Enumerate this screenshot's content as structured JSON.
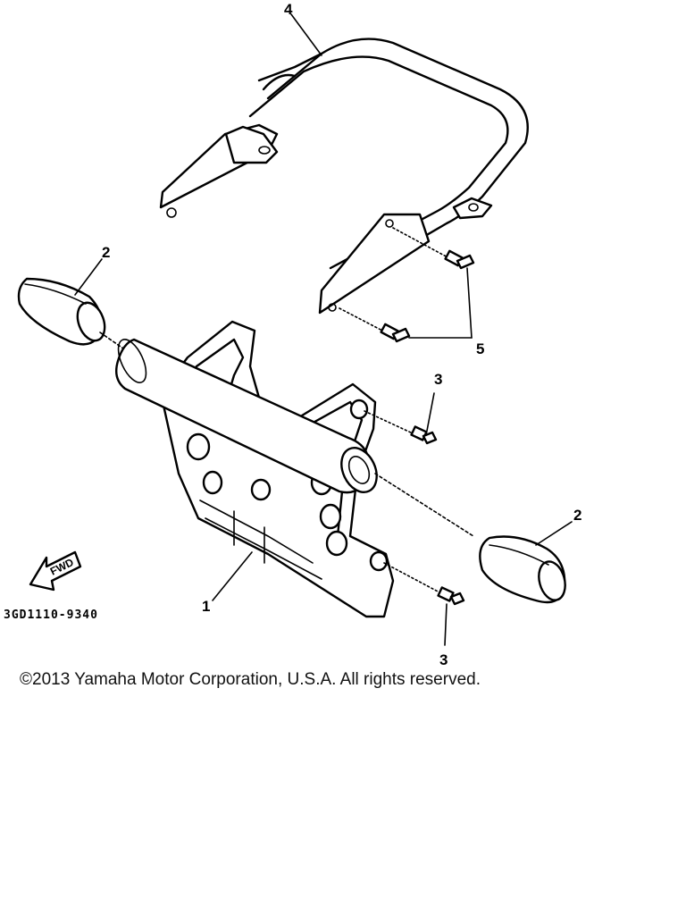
{
  "diagram": {
    "callouts": {
      "guard": "1",
      "cap_left": "2",
      "cap_right": "2",
      "bolt_upper": "3",
      "bolt_lower": "3",
      "bracket": "4",
      "bolts_pair": "5"
    },
    "fwd_label": "FWD",
    "part_code": "3GD1110-9340"
  },
  "copyright": "©2013 Yamaha Motor Corporation, U.S.A. All rights reserved."
}
